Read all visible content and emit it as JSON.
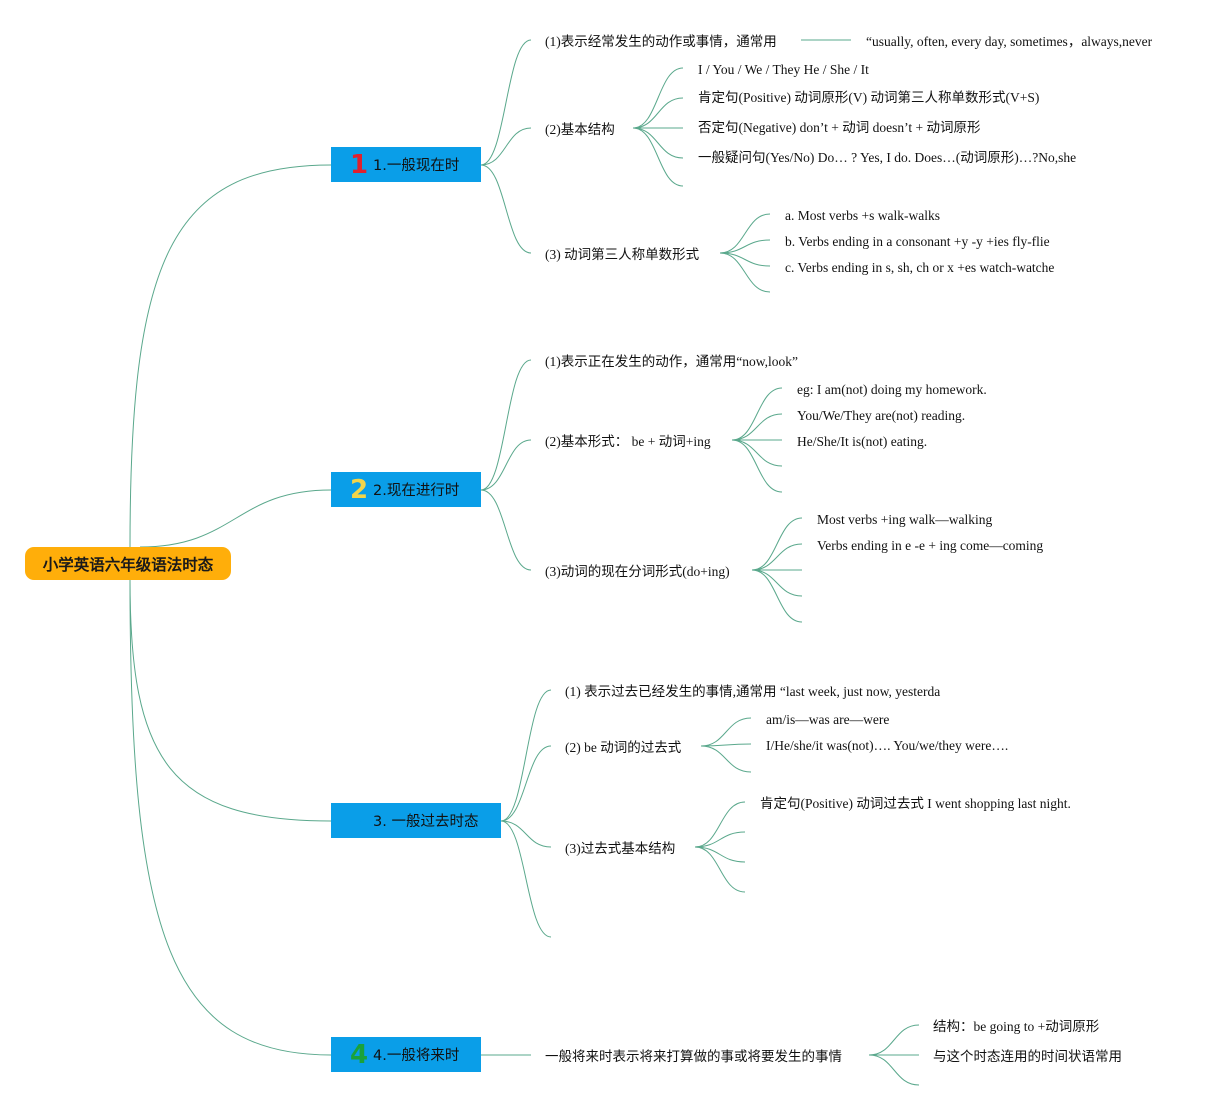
{
  "root": {
    "label": "小学英语六年级语法时态"
  },
  "colors": {
    "root_bg": "#ffae0a",
    "branch_bg": "#0a9ee8",
    "connector": "#5aa88c",
    "num1": "#e0202e",
    "num2": "#f2d54a",
    "num3": "#0a9ee8",
    "num4": "#1aa23a"
  },
  "branches": [
    {
      "number": "1",
      "label": "1.一般现在时",
      "items": [
        {
          "label": "(1)表示经常发生的动作或事情，通常用",
          "note": "“usually, often, every day, sometimes，always,never"
        },
        {
          "label": "(2)基本结构",
          "children": [
            "I / You / We / They He / She / It",
            "肯定句(Positive) 动词原形(V) 动词第三人称单数形式(V+S)",
            "否定句(Negative) don’t + 动词 doesn’t + 动词原形",
            "一般疑问句(Yes/No) Do… ? Yes, I do. Does…(动词原形)…?No,she"
          ]
        },
        {
          "label": "(3) 动词第三人称单数形式",
          "children": [
            "a. Most verbs +s walk-walks",
            "b. Verbs ending in a consonant +y -y +ies fly-flie",
            "c. Verbs ending in s, sh, ch or x +es watch-watche"
          ]
        }
      ]
    },
    {
      "number": "2",
      "label": "2.现在进行时",
      "items": [
        {
          "label": "(1)表示正在发生的动作，通常用“now,look”"
        },
        {
          "label": "(2)基本形式： be + 动词+ing",
          "children": [
            "eg: I am(not) doing my homework.",
            "You/We/They are(not) reading.",
            "He/She/It is(not) eating."
          ]
        },
        {
          "label": "(3)动词的现在分词形式(do+ing)",
          "children": [
            "Most verbs +ing walk—walking",
            "Verbs ending in e -e + ing come—coming"
          ]
        }
      ]
    },
    {
      "number": "3",
      "label": "3. 一般过去时态",
      "items": [
        {
          "label": "(1) 表示过去已经发生的事情,通常用 “last week, just now, yesterda"
        },
        {
          "label": "(2) be 动词的过去式",
          "children": [
            "am/is—was are—were",
            "I/He/she/it was(not)…. You/we/they were…."
          ]
        },
        {
          "label": "(3)过去式基本结构",
          "children": [
            "肯定句(Positive) 动词过去式 I went shopping last night."
          ]
        }
      ]
    },
    {
      "number": "4",
      "label": "4.一般将来时",
      "items": [
        {
          "label": "一般将来时表示将来打算做的事或将要发生的事情",
          "children": [
            "结构：be going to +动词原形",
            "与这个时态连用的时间状语常用"
          ]
        }
      ]
    }
  ]
}
